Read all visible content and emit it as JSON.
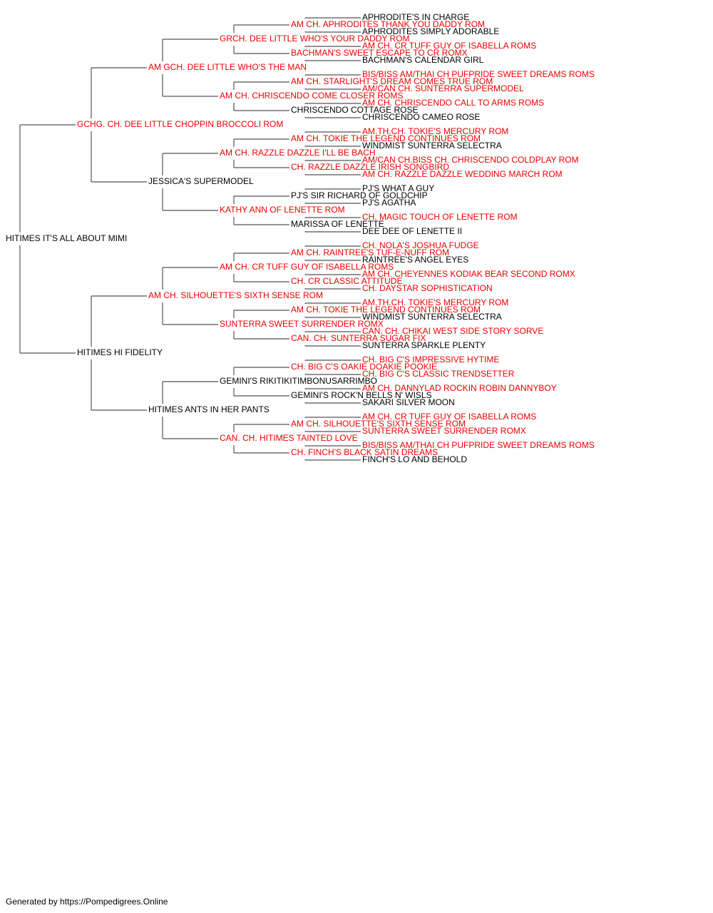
{
  "colors": {
    "titled": "#ee0000",
    "untitled": "#000000",
    "line": "#555555"
  },
  "pedigree": {
    "generations": [
      [
        {
          "name": "HITIMES IT'S ALL ABOUT MIMI",
          "titled": false
        }
      ],
      [
        {
          "name": "GCHG. CH. DEE LITTLE CHOPPIN BROCCOLI ROM",
          "titled": true
        },
        {
          "name": "HITIMES HI FIDELITY",
          "titled": false
        }
      ],
      [
        {
          "name": "AM GCH. DEE LITTLE WHO'S THE MAN",
          "titled": true
        },
        {
          "name": "JESSICA'S SUPERMODEL",
          "titled": false
        },
        {
          "name": "AM CH. SILHOUETTE'S SIXTH SENSE ROM",
          "titled": true
        },
        {
          "name": "HITIMES ANTS IN HER PANTS",
          "titled": false
        }
      ],
      [
        {
          "name": "GRCH. DEE LITTLE WHO'S YOUR DADDY ROM",
          "titled": true
        },
        {
          "name": "AM CH. CHRISCENDO COME CLOSER ROMS",
          "titled": true
        },
        {
          "name": "AM CH. RAZZLE DAZZLE I'LL BE BACH",
          "titled": true
        },
        {
          "name": "KATHY ANN OF LENETTE ROM",
          "titled": true
        },
        {
          "name": "AM CH. CR TUFF GUY OF ISABELLA ROMS",
          "titled": true
        },
        {
          "name": "SUNTERRA SWEET SURRENDER ROMX",
          "titled": true
        },
        {
          "name": "GEMINI'S RIKITIKITIMBONUSARRIMBO",
          "titled": false
        },
        {
          "name": "CAN. CH. HITIMES TAINTED LOVE",
          "titled": true
        }
      ],
      [
        {
          "name": "AM CH. APHRODITES THANK YOU DADDY ROM",
          "titled": true
        },
        {
          "name": "BACHMAN'S SWEET ESCAPE TO CR ROMX",
          "titled": true
        },
        {
          "name": "AM CH. STARLIGHT'S DREAM COMES TRUE ROM",
          "titled": true
        },
        {
          "name": "CHRISCENDO COTTAGE ROSE",
          "titled": false
        },
        {
          "name": "AM CH. TOKIE THE LEGEND CONTINUES ROM",
          "titled": true
        },
        {
          "name": "CH. RAZZLE DAZZLE IRISH SONGBIRD",
          "titled": true
        },
        {
          "name": "PJ'S SIR RICHARD OF GOLDCHIP",
          "titled": false
        },
        {
          "name": "MARISSA OF LENETTE",
          "titled": false
        },
        {
          "name": "AM CH. RAINTREE'S TUF-E-NUFF ROM",
          "titled": true
        },
        {
          "name": "CH. CR CLASSIC ATTITUDE",
          "titled": true
        },
        {
          "name": "AM CH. TOKIE THE LEGEND CONTINUES ROM",
          "titled": true
        },
        {
          "name": "CAN. CH. SUNTERRA SUGAR FIX",
          "titled": true
        },
        {
          "name": "CH. BIG C'S OAKIE DOAKIE POOKIE",
          "titled": true
        },
        {
          "name": "GEMINI'S ROCK'N BELLS N' WISLS",
          "titled": false
        },
        {
          "name": "AM CH. SILHOUETTE'S SIXTH SENSE ROM",
          "titled": true
        },
        {
          "name": "CH. FINCH'S BLACK SATIN DREAMS",
          "titled": true
        }
      ],
      [
        {
          "name": "APHRODITE'S IN CHARGE",
          "titled": false
        },
        {
          "name": "APHRODITES SIMPLY ADORABLE",
          "titled": false
        },
        {
          "name": "AM CH. CR TUFF GUY OF ISABELLA ROMS",
          "titled": true
        },
        {
          "name": "BACHMAN'S CALENDAR GIRL",
          "titled": false
        },
        {
          "name": "BIS/BISS AM/THAI CH PUFPRIDE SWEET DREAMS ROMS",
          "titled": true
        },
        {
          "name": "AM/CAN CH. SUNTERRA SUPERMODEL",
          "titled": true
        },
        {
          "name": "AM CH. CHRISCENDO CALL TO ARMS ROMS",
          "titled": true
        },
        {
          "name": "CHRISCENDO CAMEO ROSE",
          "titled": false
        },
        {
          "name": "AM.TH.CH. TOKIE'S MERCURY ROM",
          "titled": true
        },
        {
          "name": "WINDMIST SUNTERRA SELECTRA",
          "titled": false
        },
        {
          "name": "AM/CAN CH.BISS CH. CHRISCENDO COLDPLAY ROM",
          "titled": true
        },
        {
          "name": "AM CH. RAZZLE DAZZLE WEDDING MARCH ROM",
          "titled": true
        },
        {
          "name": "PJ'S WHAT A GUY",
          "titled": false
        },
        {
          "name": "PJ'S AGATHA",
          "titled": false
        },
        {
          "name": "CH. MAGIC TOUCH OF LENETTE ROM",
          "titled": true
        },
        {
          "name": "DEE DEE OF LENETTE II",
          "titled": false
        },
        {
          "name": "CH. NOLA'S JOSHUA FUDGE",
          "titled": true
        },
        {
          "name": "RAINTREE'S ANGEL EYES",
          "titled": false
        },
        {
          "name": "AM CH. CHEYENNES KODIAK BEAR SECOND ROMX",
          "titled": true
        },
        {
          "name": "CH. DAYSTAR SOPHISTICATION",
          "titled": true
        },
        {
          "name": "AM.TH.CH. TOKIE'S MERCURY ROM",
          "titled": true
        },
        {
          "name": "WINDMIST SUNTERRA SELECTRA",
          "titled": false
        },
        {
          "name": "CAN. CH. CHIKAI WEST SIDE STORY SORVE",
          "titled": true
        },
        {
          "name": "SUNTERRA SPARKLE PLENTY",
          "titled": false
        },
        {
          "name": "CH. BIG C'S IMPRESSIVE HYTIME",
          "titled": true
        },
        {
          "name": "CH. BIG C'S CLASSIC TRENDSETTER",
          "titled": true
        },
        {
          "name": "AM CH. DANNYLAD ROCKIN ROBIN DANNYBOY",
          "titled": true
        },
        {
          "name": "SAKARI SILVER MOON",
          "titled": false
        },
        {
          "name": "AM CH. CR TUFF GUY OF ISABELLA ROMS",
          "titled": true
        },
        {
          "name": "SUNTERRA SWEET SURRENDER ROMX",
          "titled": true
        },
        {
          "name": "BIS/BISS AM/THAI CH PUFPRIDE SWEET DREAMS ROMS",
          "titled": true
        },
        {
          "name": "FINCH'S LO AND BEHOLD",
          "titled": false
        }
      ]
    ]
  },
  "footer": {
    "text": "Generated by https://Pompedigrees.Online"
  }
}
